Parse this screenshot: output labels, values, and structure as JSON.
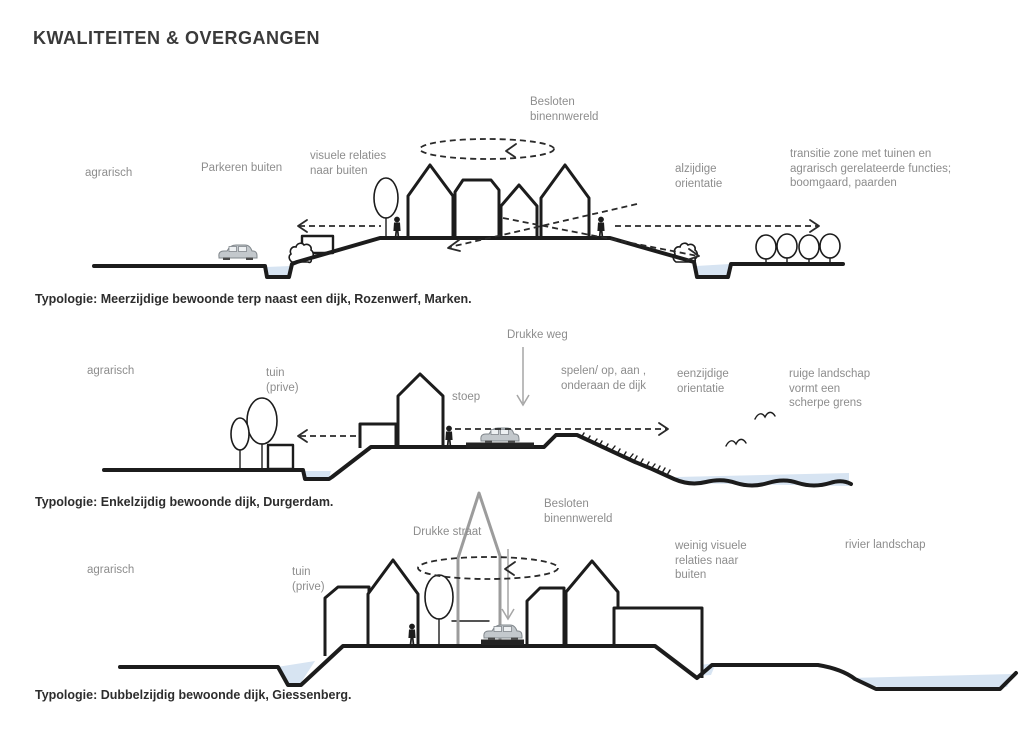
{
  "title": "KWALITEITEN & OVERGANGEN",
  "colors": {
    "line": "#1c1c1c",
    "label_gray": "#8d8d8d",
    "water_blue": "#d7e4f2",
    "gray_arrow": "#9c9c9c"
  },
  "sections": [
    {
      "caption": "Typologie: Meerzijdige bewoonde terp naast een dijk, Rozenwerf, Marken.",
      "labels": {
        "agrarisch": "agrarisch",
        "parkeren_buiten": "Parkeren buiten",
        "visuele_relaties": "visuele relaties\nnaar buiten",
        "besloten_binnenwereld": "Besloten\nbinennwereld",
        "alzijdige_orientatie": "alzijdige\norientatie",
        "transitie_zone": "transitie zone met tuinen en\nagrarisch gerelateerde functies;\nboomgaard, paarden"
      }
    },
    {
      "caption": "Typologie: Enkelzijdig bewoonde dijk, Durgerdam.",
      "labels": {
        "agrarisch": "agrarisch",
        "tuin_prive": "tuin\n(prive)",
        "drukke_weg": "Drukke weg",
        "stoep": "stoep",
        "spelen": "spelen/ op, aan ,\nonderaan de dijk",
        "eenzijdige_orientatie": "eenzijdige\norientatie",
        "ruige_landschap": "ruige landschap\nvormt een\nscherpe grens"
      }
    },
    {
      "caption": "Typologie: Dubbelzijdig bewoonde dijk, Giessenberg.",
      "labels": {
        "agrarisch": "agrarisch",
        "tuin_prive": "tuin\n(prive)",
        "drukke_straat": "Drukke straat",
        "besloten_binnenwereld": "Besloten\nbinennwereld",
        "weinig_visuele": "weinig visuele\nrelaties naar\nbuiten",
        "rivier_landschap": "rivier landschap"
      }
    }
  ]
}
